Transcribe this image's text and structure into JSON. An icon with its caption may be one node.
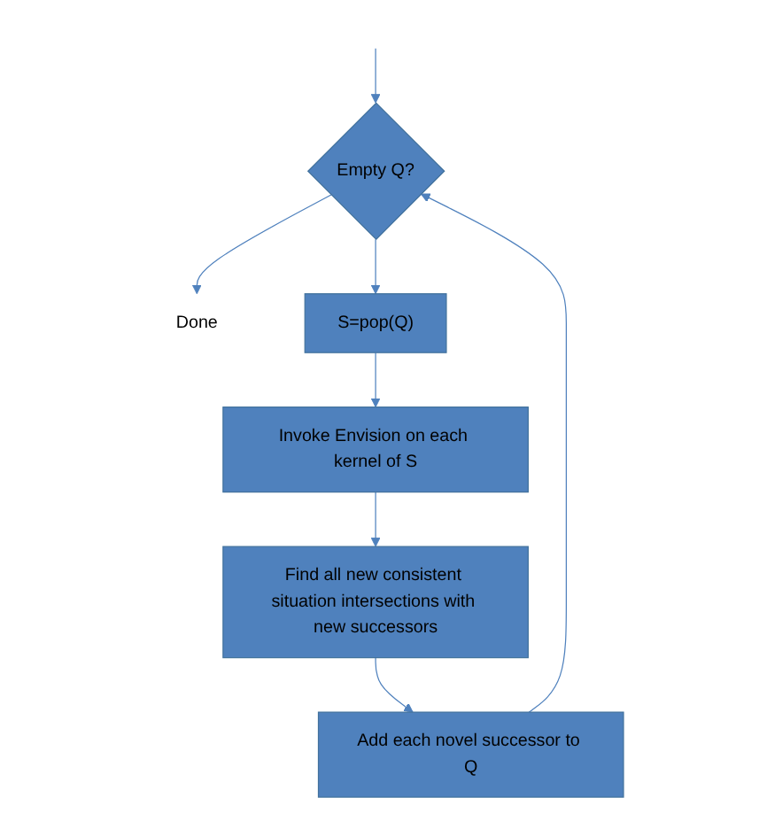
{
  "diagram": {
    "nodes": [
      {
        "text": [
          "Empty Q?"
        ]
      },
      {
        "text": [
          "Done"
        ]
      },
      {
        "text": [
          "S=pop(Q)"
        ]
      },
      {
        "text": [
          "Invoke Envision on each kernel of S"
        ]
      },
      {
        "text": [
          "Find all new consistent situation intersections with new successors"
        ]
      },
      {
        "text": [
          "Add each novel successor to Q"
        ]
      }
    ],
    "edges": [
      {
        "from": null,
        "to": 0,
        "arrow": "to"
      },
      {
        "from": 0,
        "to": 1,
        "arrow": "to"
      },
      {
        "from": 0,
        "to": 2,
        "arrow": "to"
      },
      {
        "from": 2,
        "to": 3,
        "arrow": "to"
      },
      {
        "from": 3,
        "to": 4,
        "arrow": "to"
      },
      {
        "from": 4,
        "to": 5,
        "arrow": "to"
      },
      {
        "from": 5,
        "to": 0,
        "arrow": "to"
      }
    ]
  }
}
